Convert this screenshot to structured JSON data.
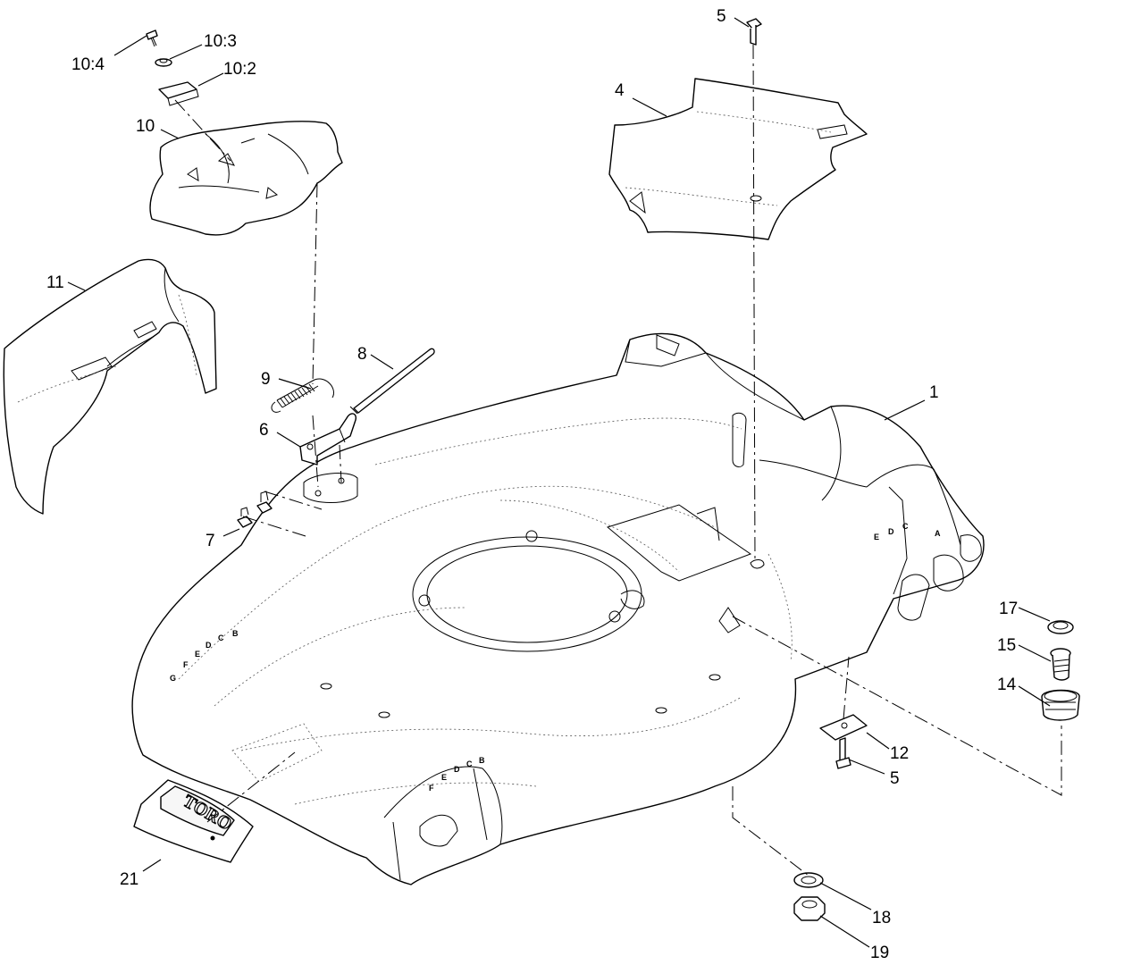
{
  "callouts": {
    "p1": "1",
    "p4": "4",
    "p5a": "5",
    "p5b": "5",
    "p6": "6",
    "p7": "7",
    "p8": "8",
    "p9": "9",
    "p10": "10",
    "p10_2": "10:2",
    "p10_3": "10:3",
    "p10_4": "10:4",
    "p11": "11",
    "p12": "12",
    "p14": "14",
    "p15": "15",
    "p17": "17",
    "p18": "18",
    "p19": "19",
    "p21": "21"
  },
  "deck_markings": {
    "rear_right": [
      "E",
      "D",
      "C",
      "A"
    ],
    "front_left": [
      "B",
      "C",
      "D",
      "E",
      "F",
      "G"
    ],
    "front_center": [
      "F",
      "E",
      "D",
      "C",
      "B"
    ]
  },
  "logo_text": "TORO",
  "icons": [
    "mower-deck",
    "rear-shield",
    "deflector",
    "side-discharge-cover",
    "spring",
    "rod",
    "bracket",
    "bolt",
    "nut",
    "washer",
    "plug",
    "decal"
  ]
}
